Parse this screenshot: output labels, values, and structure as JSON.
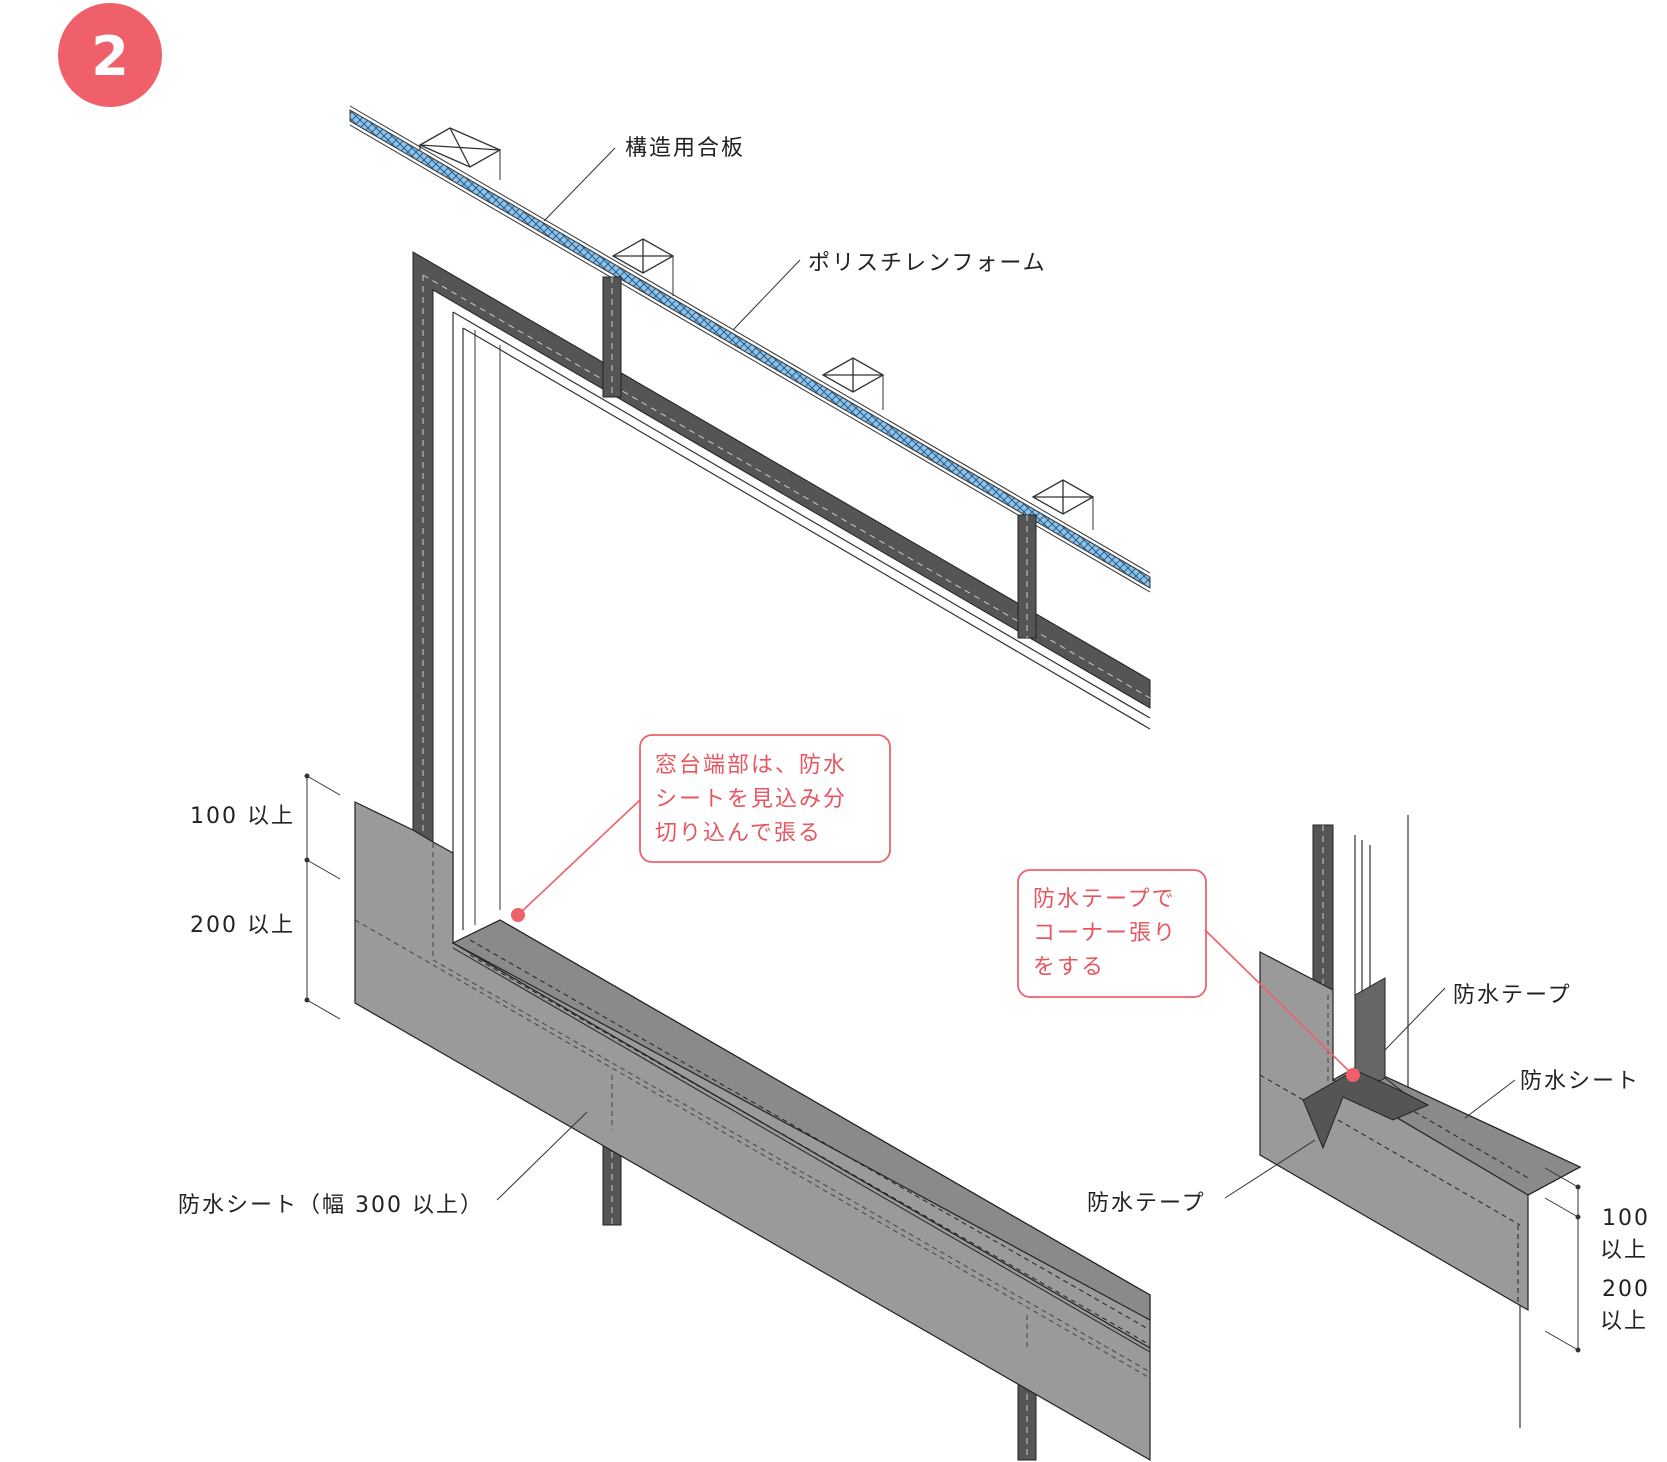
{
  "step_badge": "2",
  "colors": {
    "accent_red": "#f0606a",
    "sheet_gray": "#9a9a9a",
    "frame_dark": "#555555",
    "insulation_blue": "#8ec3ea"
  },
  "labels": {
    "plywood": "構造用合板",
    "foam": "ポリスチレンフォーム",
    "sheet_main": "防水シート（幅 300 以上）",
    "tape_upper": "防水テープ",
    "sheet_right": "防水シート",
    "tape_lower": "防水テープ"
  },
  "dimensions": {
    "left_top": "100 以上",
    "left_bottom": "200 以上",
    "right_top_num": "100",
    "right_top_unit": "以上",
    "right_bottom_num": "200",
    "right_bottom_unit": "以上"
  },
  "callouts": {
    "sill": [
      "窓台端部は、防水",
      "シートを見込み分",
      "切り込んで張る"
    ],
    "corner": [
      "防水テープで",
      "コーナー張り",
      "をする"
    ]
  }
}
